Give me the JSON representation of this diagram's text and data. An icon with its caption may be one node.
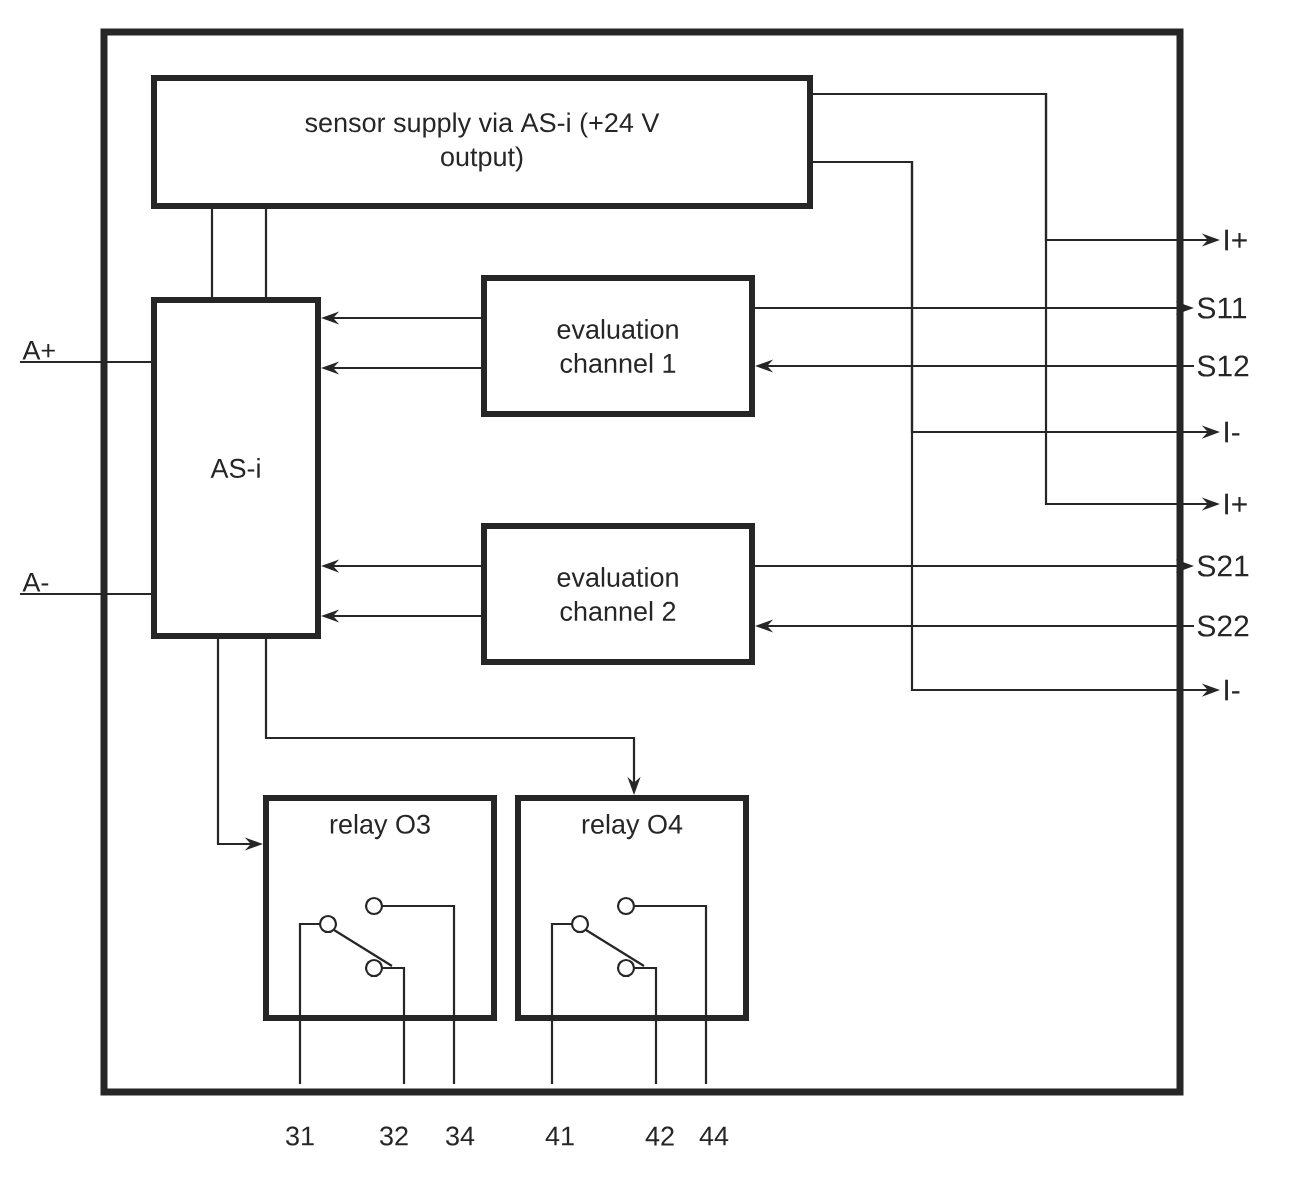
{
  "diagram": {
    "nodes": [
      {
        "text": [
          "sensor supply via AS-i (+24 V output)"
        ]
      },
      {
        "text": [
          "AS-i"
        ]
      },
      {
        "text": [
          "evaluation channel 1"
        ]
      },
      {
        "text": [
          "evaluation channel 2"
        ]
      },
      {
        "text": [
          "relay O3"
        ]
      },
      {
        "text": [
          "relay O4"
        ]
      },
      {
        "text": [
          "A+"
        ]
      },
      {
        "text": [
          "A-"
        ]
      },
      {
        "text": [
          "I+"
        ]
      },
      {
        "text": [
          "S11"
        ]
      },
      {
        "text": [
          "S12"
        ]
      },
      {
        "text": [
          "I-"
        ]
      },
      {
        "text": [
          "I+"
        ]
      },
      {
        "text": [
          "S21"
        ]
      },
      {
        "text": [
          "S22"
        ]
      },
      {
        "text": [
          "I-"
        ]
      }
    ],
    "edges": [
      {
        "from": 6,
        "to": 1,
        "arrow": "none"
      },
      {
        "from": 7,
        "to": 1,
        "arrow": "none"
      },
      {
        "from": 1,
        "to": 0,
        "arrow": "none"
      },
      {
        "from": 1,
        "to": 0,
        "arrow": "none"
      },
      {
        "from": 2,
        "to": 1,
        "arrow": "to"
      },
      {
        "from": 2,
        "to": 1,
        "arrow": "to"
      },
      {
        "from": 2,
        "to": 9,
        "arrow": "to"
      },
      {
        "from": 10,
        "to": 2,
        "arrow": "to"
      },
      {
        "from": 3,
        "to": 1,
        "arrow": "to"
      },
      {
        "from": 3,
        "to": 1,
        "arrow": "to"
      },
      {
        "from": 3,
        "to": 13,
        "arrow": "to"
      },
      {
        "from": 14,
        "to": 3,
        "arrow": "to"
      },
      {
        "from": 0,
        "to": 8,
        "arrow": "to"
      },
      {
        "from": 0,
        "to": 11,
        "arrow": "to"
      },
      {
        "from": 0,
        "to": 12,
        "arrow": "to"
      },
      {
        "from": 0,
        "to": 15,
        "arrow": "to"
      },
      {
        "from": 1,
        "to": 4,
        "arrow": "to"
      },
      {
        "from": 1,
        "to": 5,
        "arrow": "to"
      }
    ],
    "labels": [
      "31",
      "32",
      "34",
      "41",
      "42",
      "44"
    ]
  }
}
